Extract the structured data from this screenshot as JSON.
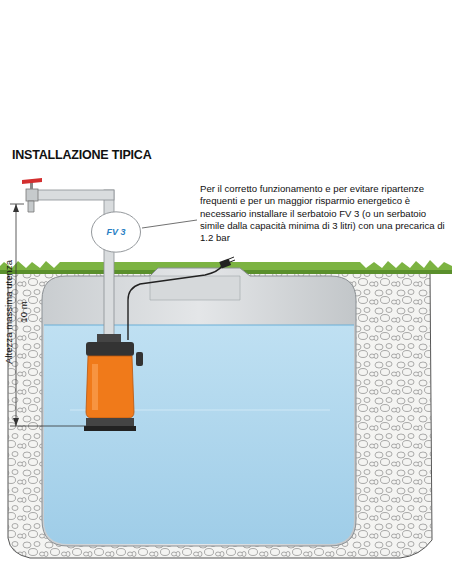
{
  "diagram": {
    "title": "INSTALLAZIONE TIPICA",
    "nodes": [
      {
        "text": [
          "FV 3"
        ]
      }
    ],
    "labels": [
      "Per il corretto funzionamento e per evitare ripartenze frequenti e per un maggior risparmio energetico è necessario installare il serbatoio FV 3 (o un serbatoio simile dalla capacità minima di 3 litri) con una precarica di 1.2 bar",
      "Altezza massima utenza",
      "10 m"
    ]
  }
}
